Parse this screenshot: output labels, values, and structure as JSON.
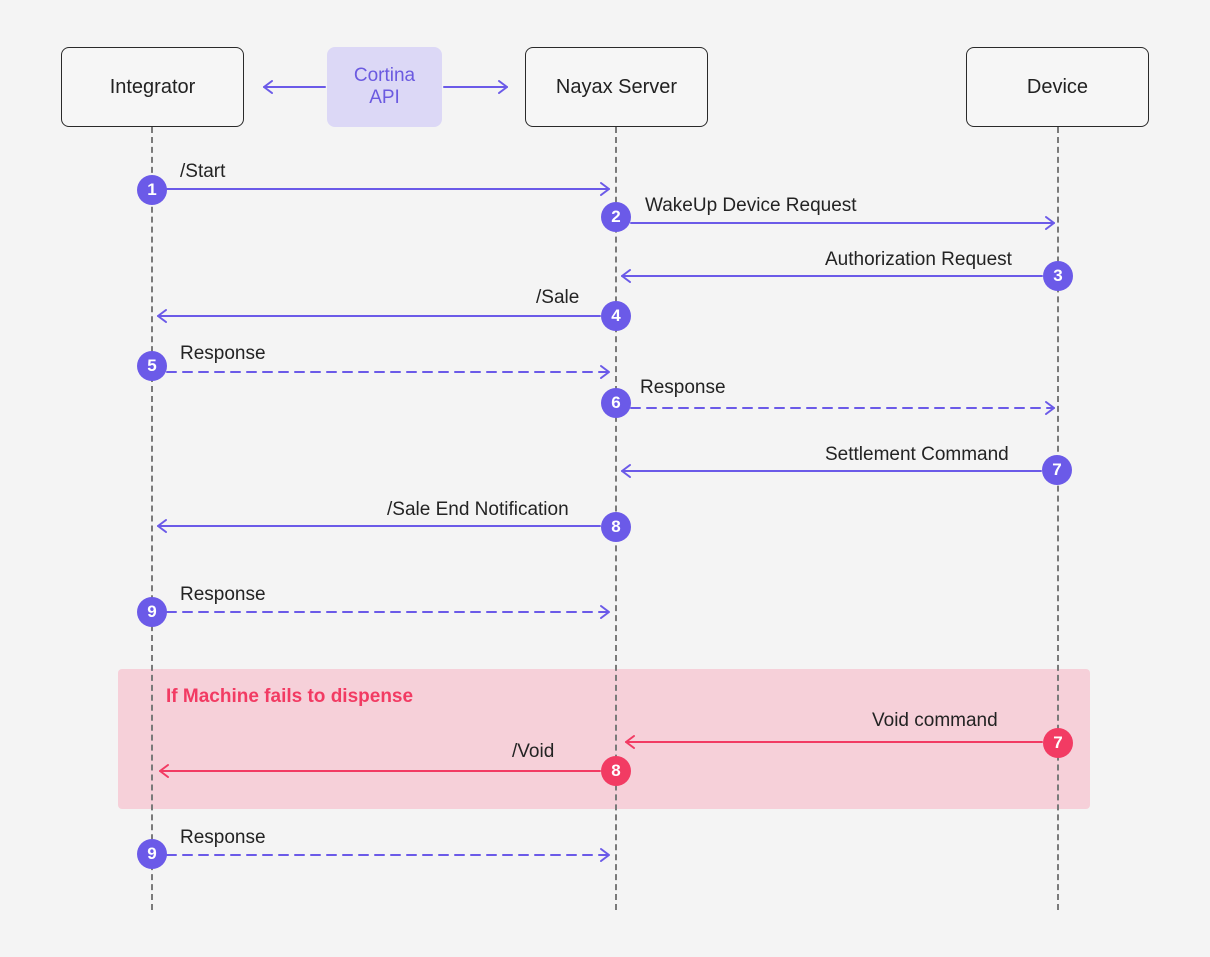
{
  "colors": {
    "accent": "#6b5ae8",
    "alert": "#f23b63",
    "api_box_bg": "#dcd8f6",
    "alt_region_bg": "#f6d0d9",
    "background": "#f4f4f4"
  },
  "participants": {
    "integrator": "Integrator",
    "api": {
      "line1": "Cortina",
      "line2": "API"
    },
    "nayax": "Nayax Server",
    "device": "Device"
  },
  "alt_condition": "If Machine fails to dispense",
  "messages": [
    {
      "step": "1",
      "label": "/Start",
      "style": "solid",
      "color": "purple"
    },
    {
      "step": "2",
      "label": "WakeUp Device Request",
      "style": "solid",
      "color": "purple"
    },
    {
      "step": "3",
      "label": "Authorization Request",
      "style": "solid",
      "color": "purple"
    },
    {
      "step": "4",
      "label": "/Sale",
      "style": "solid",
      "color": "purple"
    },
    {
      "step": "5",
      "label": "Response",
      "style": "dashed",
      "color": "purple"
    },
    {
      "step": "6",
      "label": "Response",
      "style": "dashed",
      "color": "purple"
    },
    {
      "step": "7",
      "label": "Settlement Command",
      "style": "solid",
      "color": "purple"
    },
    {
      "step": "8",
      "label": "/Sale End Notification",
      "style": "solid",
      "color": "purple"
    },
    {
      "step": "9",
      "label": "Response",
      "style": "dashed",
      "color": "purple"
    },
    {
      "step": "7",
      "label": "Void command",
      "style": "solid",
      "color": "red"
    },
    {
      "step": "8",
      "label": "/Void",
      "style": "solid",
      "color": "red"
    },
    {
      "step": "9",
      "label": "Response",
      "style": "dashed",
      "color": "purple"
    }
  ]
}
